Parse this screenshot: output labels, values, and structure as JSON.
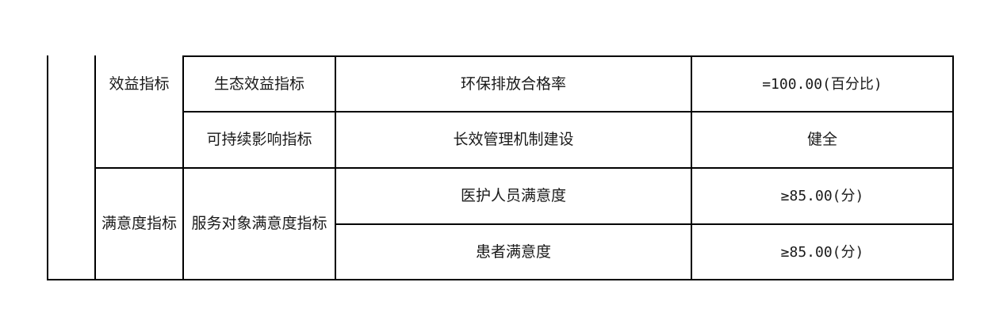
{
  "table": {
    "benefit": {
      "category": "效益指标",
      "rows": [
        {
          "sub": "生态效益指标",
          "indicator": "环保排放合格率",
          "value": "=100.00(百分比)"
        },
        {
          "sub": "可持续影响指标",
          "indicator": "长效管理机制建设",
          "value": "健全"
        }
      ]
    },
    "satisfaction": {
      "category": "满意度指标",
      "sub": "服务对象满意度指标",
      "rows": [
        {
          "indicator": "医护人员满意度",
          "value": "≥85.00(分)"
        },
        {
          "indicator": "患者满意度",
          "value": "≥85.00(分)"
        }
      ]
    }
  }
}
